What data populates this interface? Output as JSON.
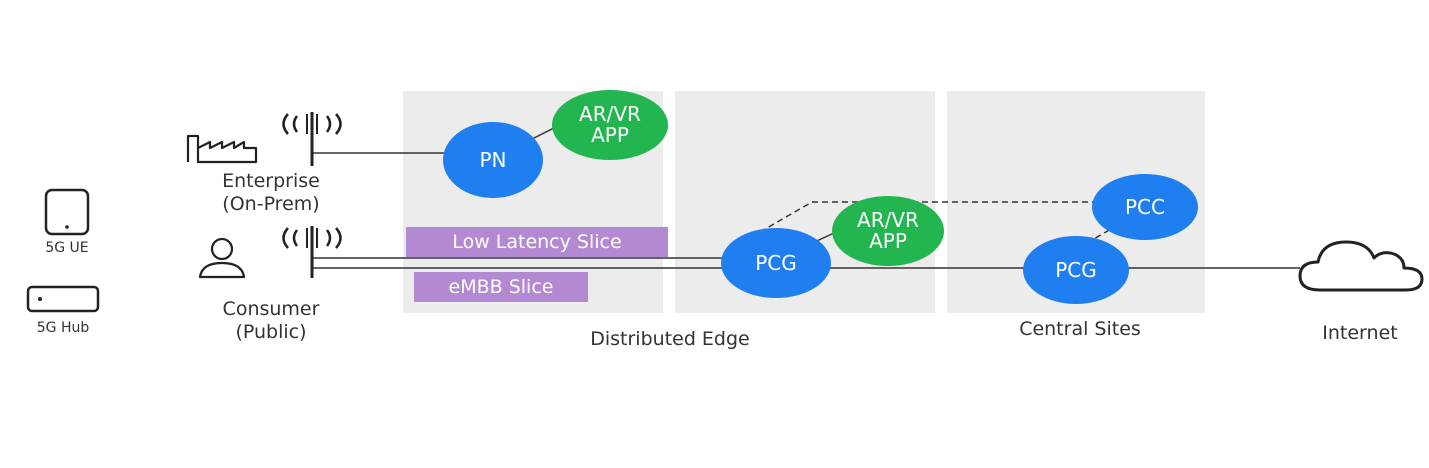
{
  "colors": {
    "panel": "#ececec",
    "node_blue": "#1f7ff0",
    "node_green": "#23b550",
    "slice": "#b489d3",
    "line": "#333333"
  },
  "devices": {
    "ue_label": "5G UE",
    "hub_label": "5G Hub",
    "ue_icon": "phone-icon",
    "hub_icon": "hub-icon"
  },
  "sites": {
    "enterprise": {
      "line1": "Enterprise",
      "line2": "(On-Prem)",
      "icon": "factory-icon"
    },
    "consumer": {
      "line1": "Consumer",
      "line2": "(Public)",
      "icon": "person-icon"
    },
    "tower_icon": "cell-tower-icon"
  },
  "slices": {
    "low_latency": "Low Latency Slice",
    "embb": "eMBB Slice"
  },
  "nodes": {
    "pn": "PN",
    "app_edge_line1": "AR/VR",
    "app_edge_line2": "APP",
    "pcg_edge": "PCG",
    "app_mid_line1": "AR/VR",
    "app_mid_line2": "APP",
    "pcc": "PCC",
    "pcg_central": "PCG"
  },
  "sections": {
    "distributed_edge": "Distributed Edge",
    "central_sites": "Central Sites",
    "internet": "Internet",
    "internet_icon": "cloud-icon"
  }
}
